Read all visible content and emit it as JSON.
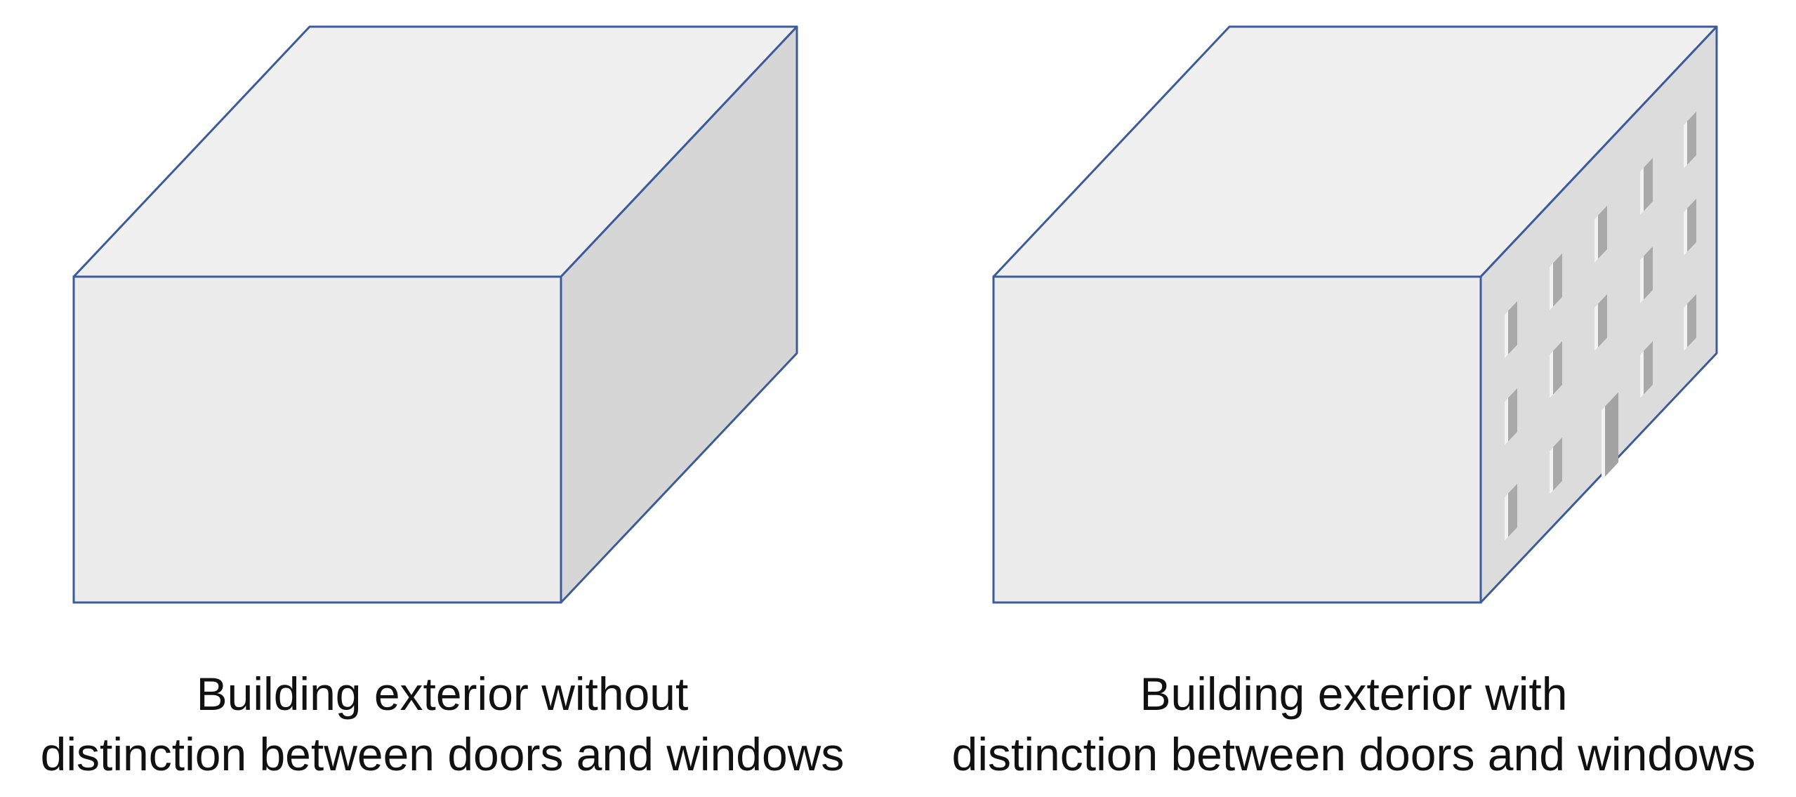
{
  "panels": [
    {
      "caption_line1": "Building exterior without",
      "caption_line2": "distinction between doors and windows",
      "has_openings": false
    },
    {
      "caption_line1": "Building exterior with",
      "caption_line2": "distinction between doors and windows",
      "has_openings": true
    }
  ],
  "colors": {
    "outline": "#3b5b9a",
    "top_face": "#f0f0f0",
    "front_face": "#ececec",
    "side_face": "#d6d6d6",
    "side_face_with_openings": "#dcdcdc",
    "window": "#a9a9a9",
    "window_highlight": "#f2f2f2",
    "door": "#a3a3a3",
    "caption_text": "#111111"
  }
}
